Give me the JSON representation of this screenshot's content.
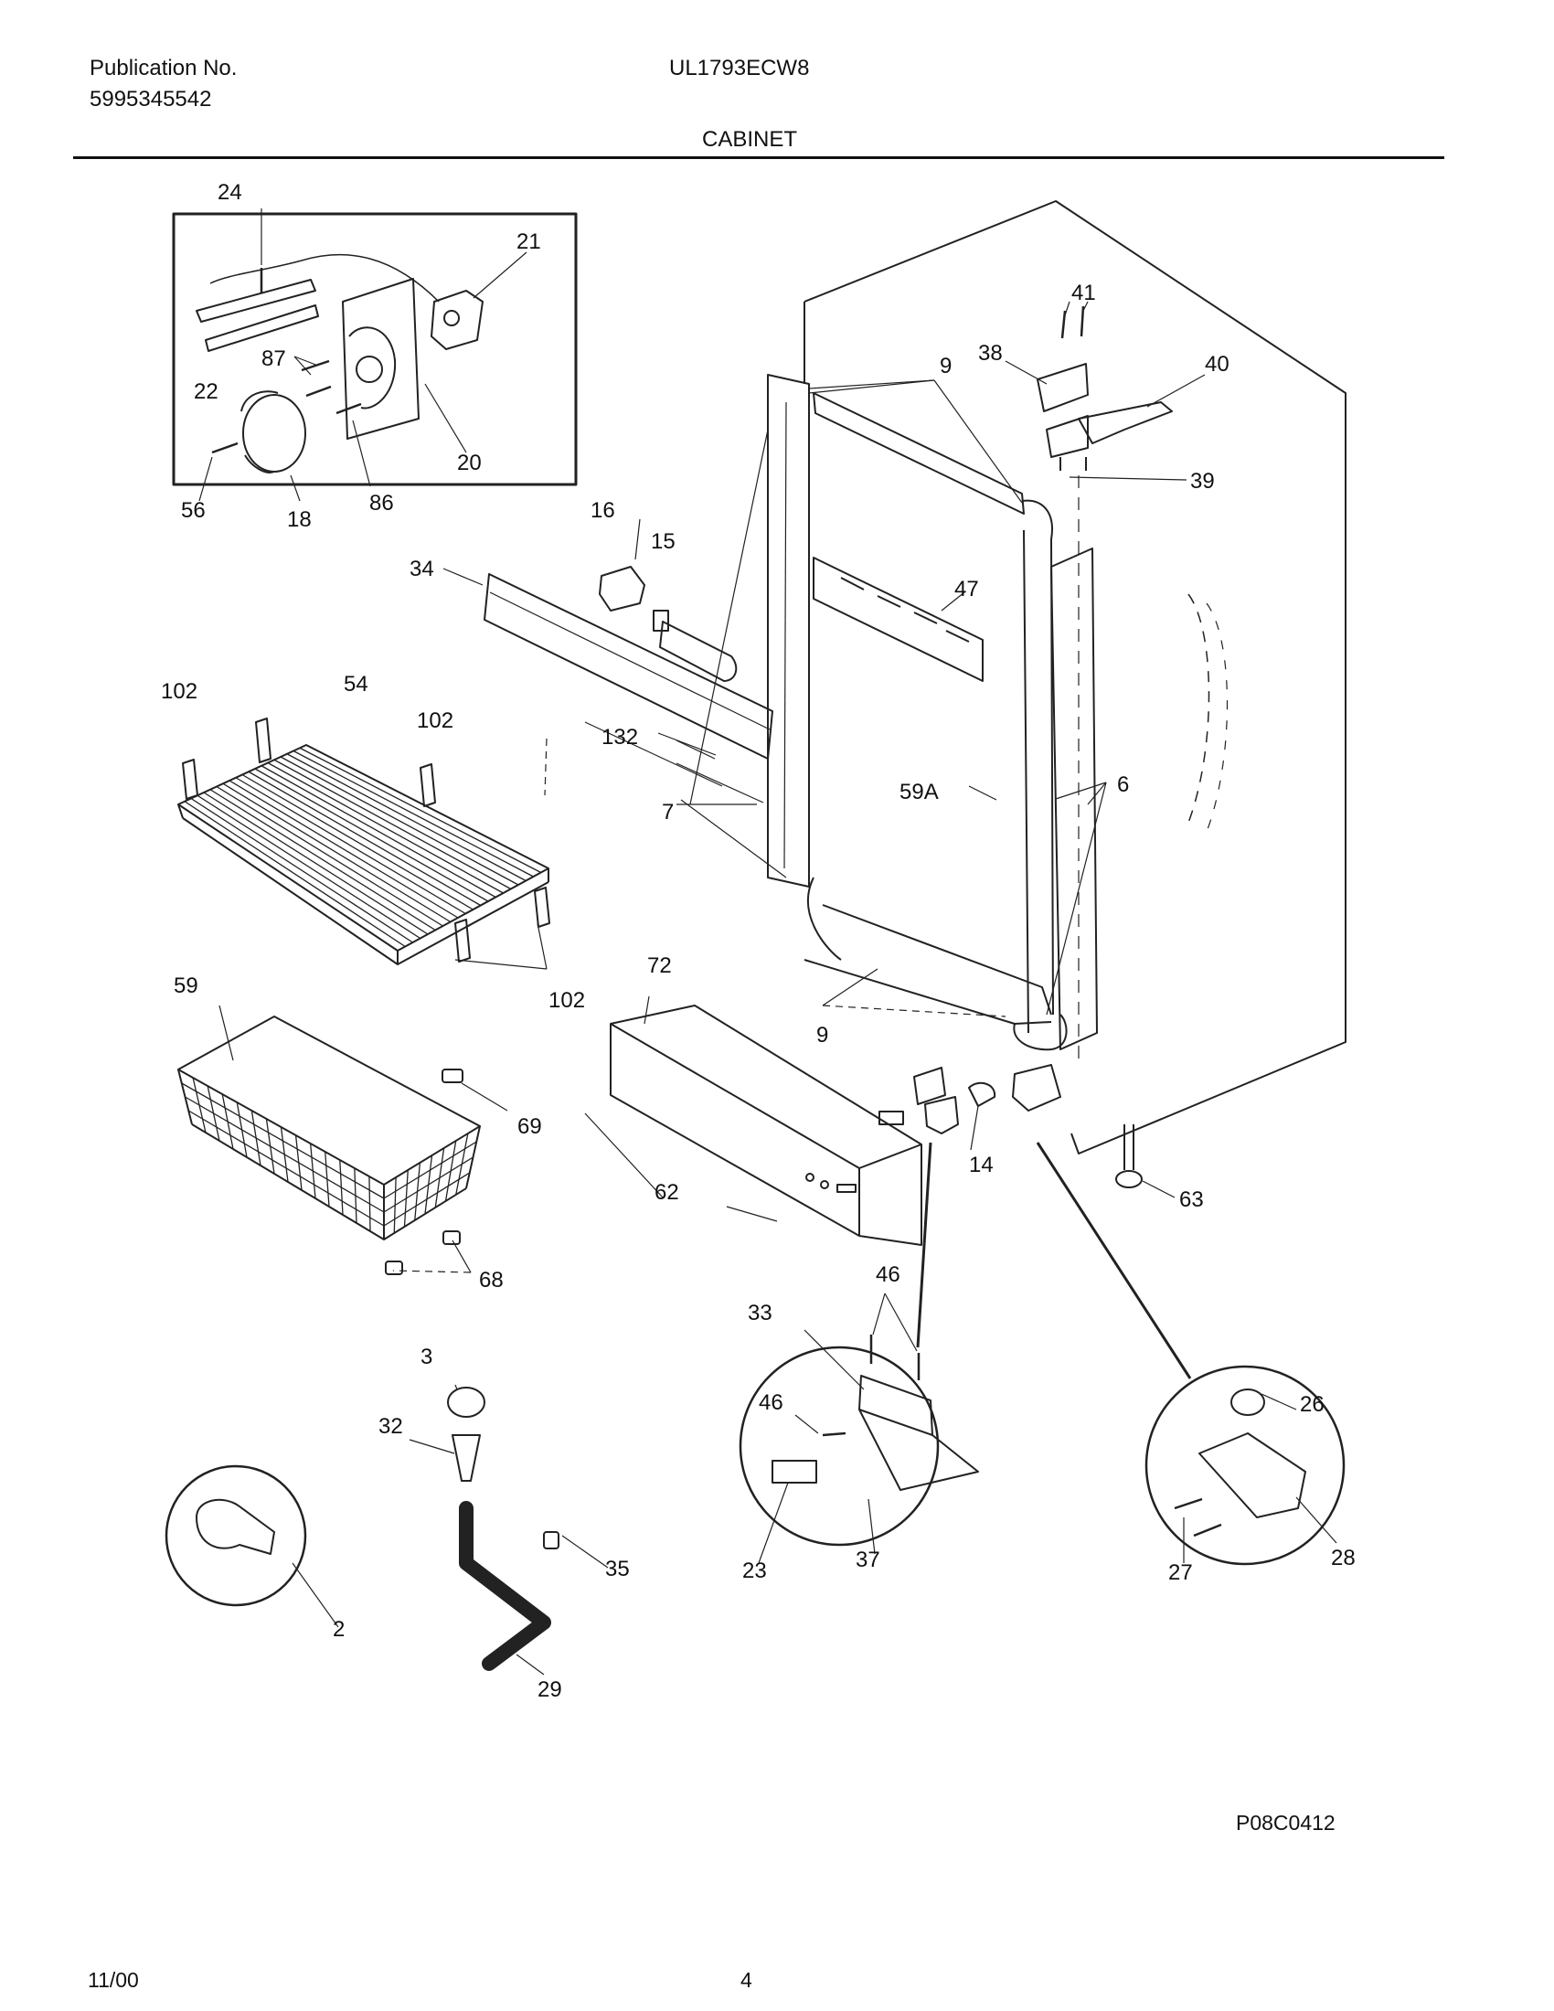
{
  "header": {
    "publication_label": "Publication No.",
    "publication_number": "5995345542",
    "model": "UL1793ECW8",
    "section_title": "CABINET"
  },
  "footer": {
    "figure_code": "P08C0412",
    "date": "11/00",
    "page_number": "4"
  },
  "part_callouts": {
    "c24": "24",
    "c21": "21",
    "c87": "87",
    "c22": "22",
    "c20": "20",
    "c56": "56",
    "c18": "18",
    "c86": "86",
    "c16": "16",
    "c15": "15",
    "c34": "34",
    "c9a": "9",
    "c41": "41",
    "c38": "38",
    "c40": "40",
    "c39": "39",
    "c47": "47",
    "c102a": "102",
    "c54": "54",
    "c102b": "102",
    "c132": "132",
    "c7": "7",
    "c59a": "59A",
    "c6": "6",
    "c102c": "102",
    "c59": "59",
    "c72": "72",
    "c9b": "9",
    "c69": "69",
    "c14": "14",
    "c62": "62",
    "c63": "63",
    "c68": "68",
    "c46a": "46",
    "c33": "33",
    "c3": "3",
    "c46b": "46",
    "c26": "26",
    "c32": "32",
    "c35": "35",
    "c23": "23",
    "c37": "37",
    "c27": "27",
    "c28": "28",
    "c2": "2",
    "c29": "29"
  }
}
